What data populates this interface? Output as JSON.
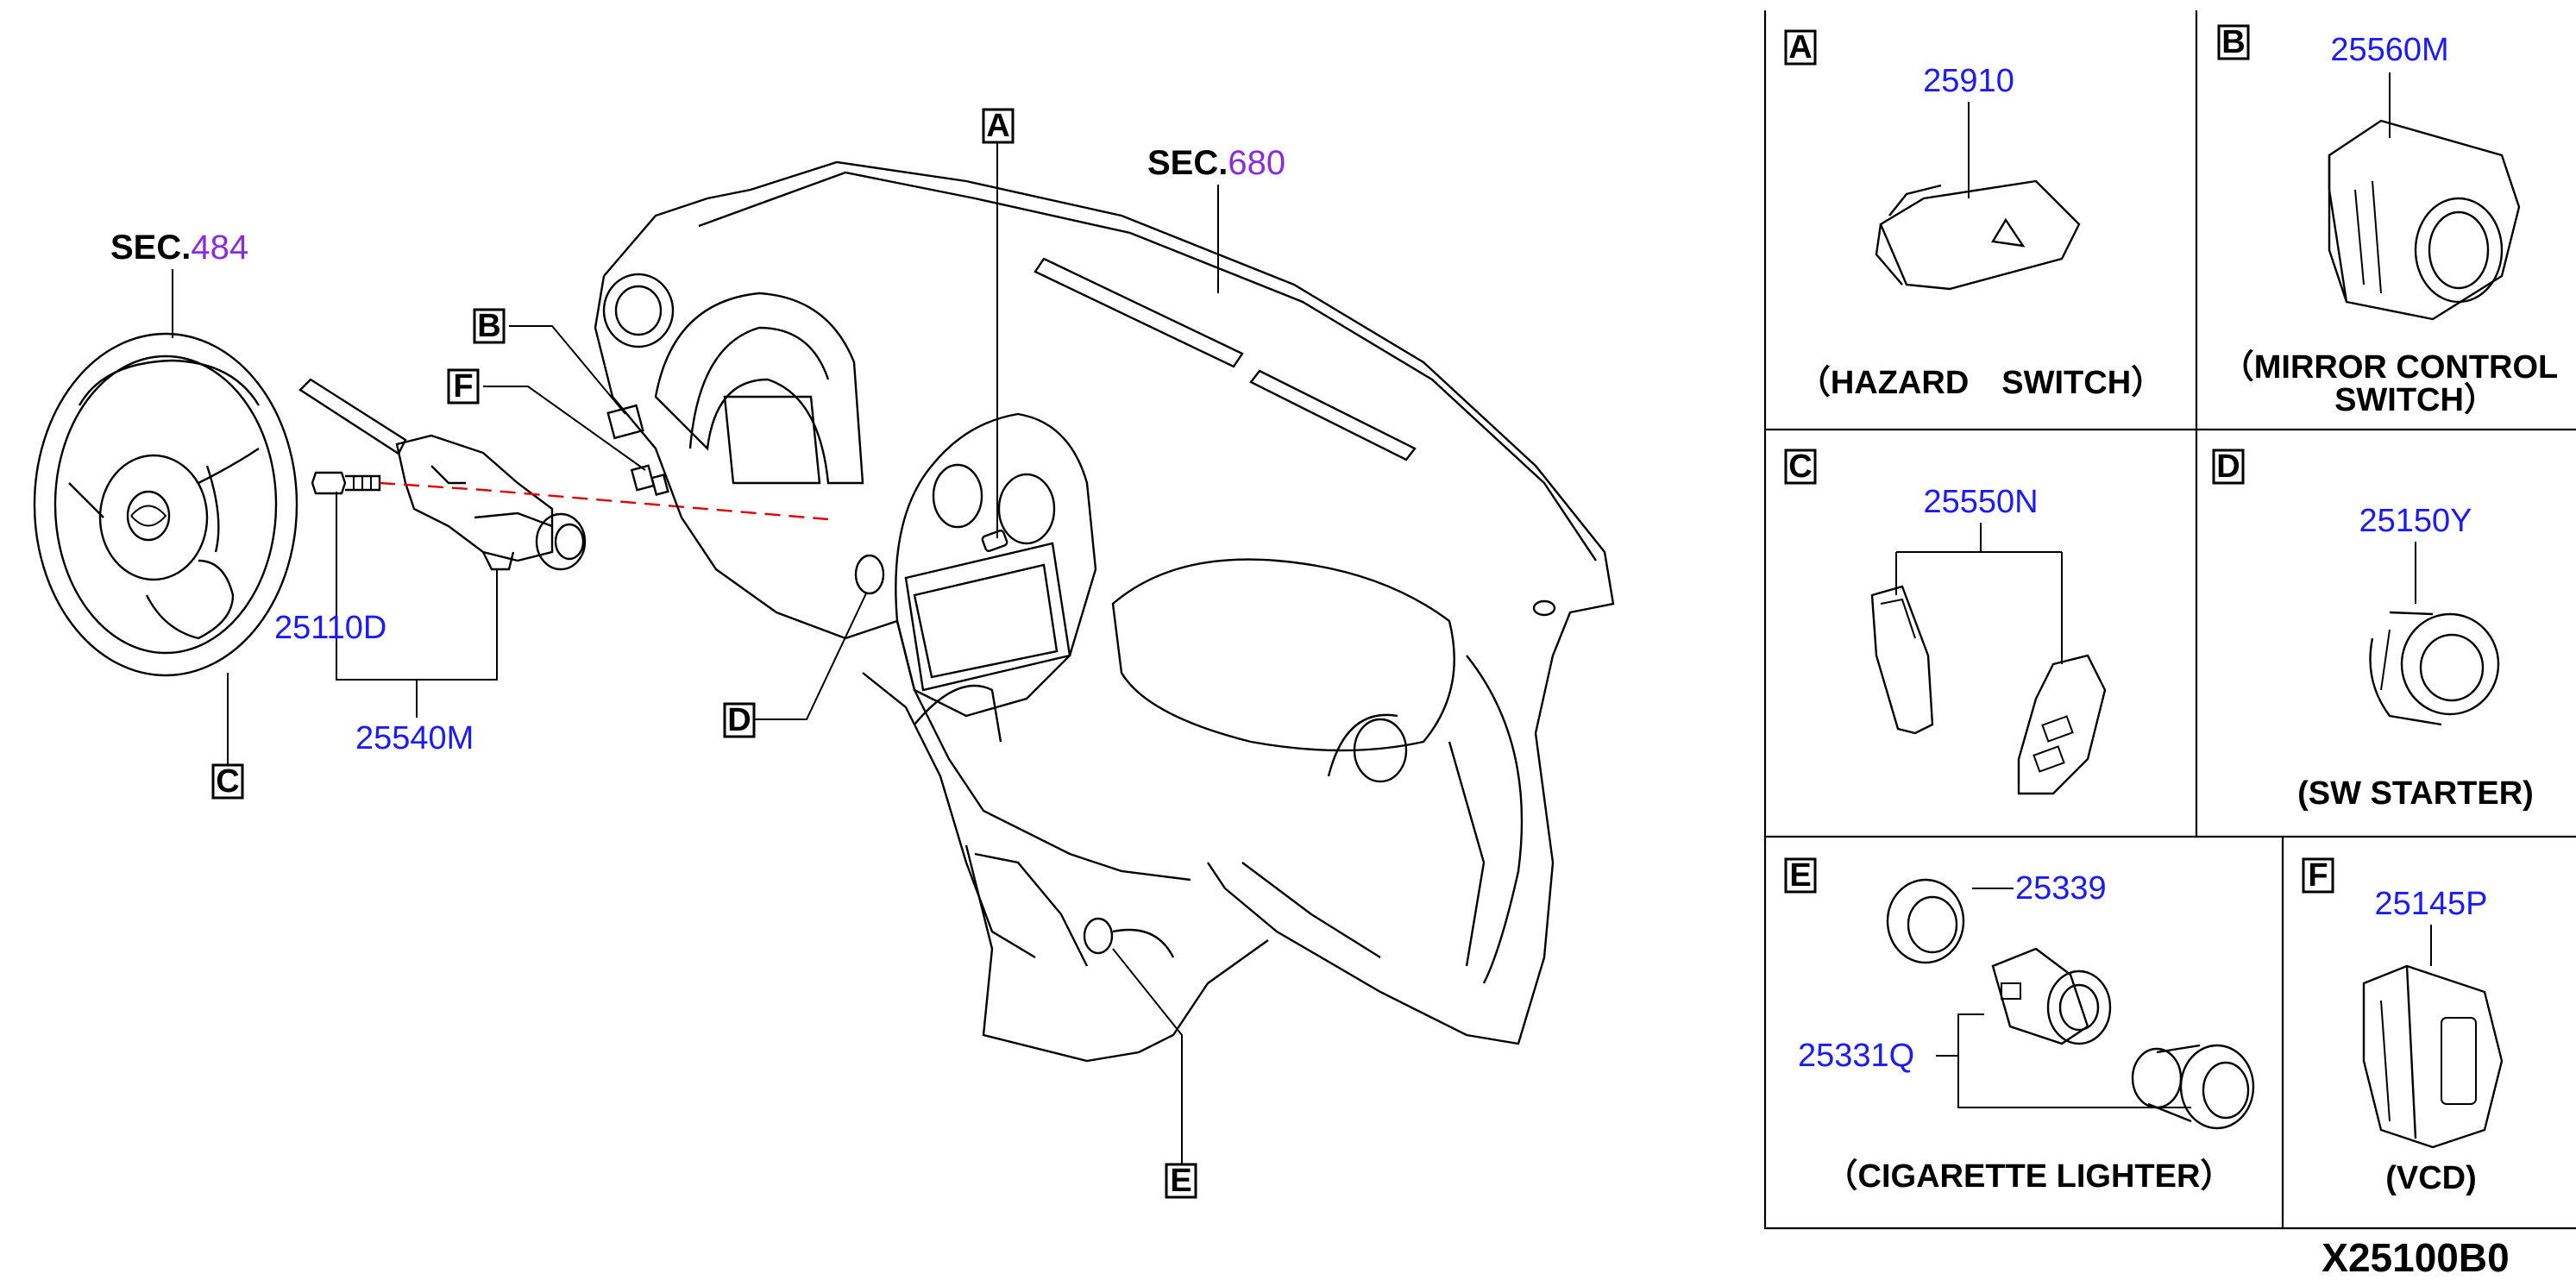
{
  "colors": {
    "part_number": "#1a1aff",
    "section_number": "#8a2be2",
    "line": "#000000",
    "red_dash": "#e00000"
  },
  "overview": {
    "sec484": {
      "prefix": "SEC.",
      "number": "484"
    },
    "sec680": {
      "prefix": "SEC.",
      "number": "680"
    },
    "parts": {
      "p25110D": "25110D",
      "p25540M": "25540M"
    },
    "callouts": {
      "A": "A",
      "B": "B",
      "C": "C",
      "D": "D",
      "E": "E",
      "F": "F"
    }
  },
  "panels": {
    "A": {
      "letter": "A",
      "part": "25910",
      "caption": "（HAZARD　SWITCH）"
    },
    "B": {
      "letter": "B",
      "part": "25560M",
      "caption_line1": "（MIRROR CONTROL",
      "caption_line2": "SWITCH）"
    },
    "C": {
      "letter": "C",
      "part": "25550N"
    },
    "D": {
      "letter": "D",
      "part": "25150Y",
      "caption": "(SW STARTER)"
    },
    "E": {
      "letter": "E",
      "part1": "25339",
      "part2": "25331Q",
      "caption": "（CIGARETTE LIGHTER）"
    },
    "F": {
      "letter": "F",
      "part": "25145P",
      "caption": "(VCD)"
    }
  },
  "diagram_code": "X25100B0"
}
